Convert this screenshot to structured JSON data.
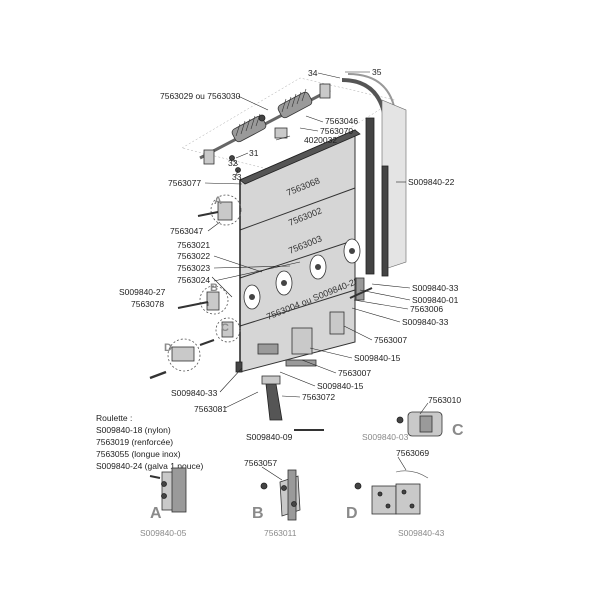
{
  "labels": {
    "l34": "34",
    "l35": "35",
    "l7563029": "7563029 ou 7563030",
    "l7563046": "7563046",
    "l7563070": "7563070",
    "l4020032": "4020032",
    "l31": "31",
    "l32": "32",
    "l33": "33",
    "l7563077": "7563077",
    "lA1": "A",
    "l7563047": "7563047",
    "l7563021": "7563021",
    "l7563022": "7563022",
    "l7563023": "7563023",
    "l7563024": "7563024",
    "lS27": "S009840-27",
    "lB1": "B",
    "l7563078": "7563078",
    "lC1": "C",
    "lD1": "D",
    "lS33a": "S009840-33",
    "l7563081": "7563081",
    "lS22": "S009840-22",
    "lS33b": "S009840-33",
    "lS01": "S009840-01",
    "l7563006": "7563006",
    "lS33c": "S009840-33",
    "l7563007a": "7563007",
    "lS15a": "S009840-15",
    "l7563007b": "7563007",
    "lS15b": "S009840-15",
    "l7563072": "7563072",
    "lS09": "S009840-09",
    "panel1": "7563068",
    "panel2": "7563002",
    "panel3": "7563003",
    "panel4": "7563004 ou S009840-28"
  },
  "roulette": {
    "title": "Roulette :",
    "items": [
      "S009840-18 (nylon)",
      "7563019 (renforcée)",
      "7563055 (longue inox)",
      "S009840-24 (galva 1 pouce)"
    ]
  },
  "details": {
    "a_letter": "A",
    "a_code": "S009840-05",
    "b_letter": "B",
    "b_top": "7563057",
    "b_code": "7563011",
    "c_letter": "C",
    "c_top": "7563010",
    "c_code": "S009840-03",
    "d_letter": "D",
    "d_top": "7563069",
    "d_code": "S009840-43"
  }
}
